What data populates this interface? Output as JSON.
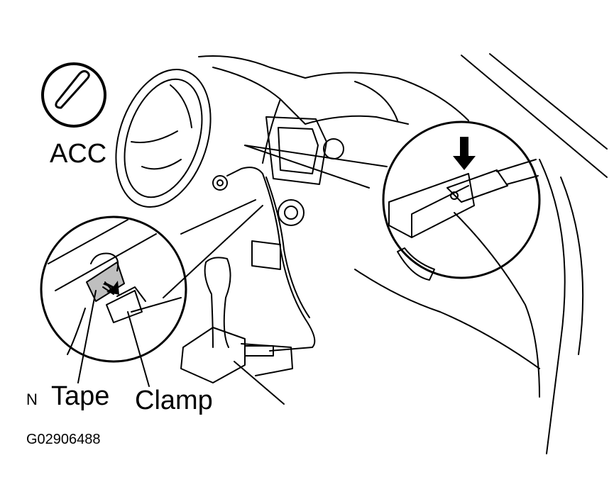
{
  "labels": {
    "acc": "ACC",
    "n": "N",
    "tape": "Tape",
    "clamp": "Clamp",
    "code": "G02906488"
  },
  "colors": {
    "ink": "#000000",
    "paper": "#ffffff"
  }
}
